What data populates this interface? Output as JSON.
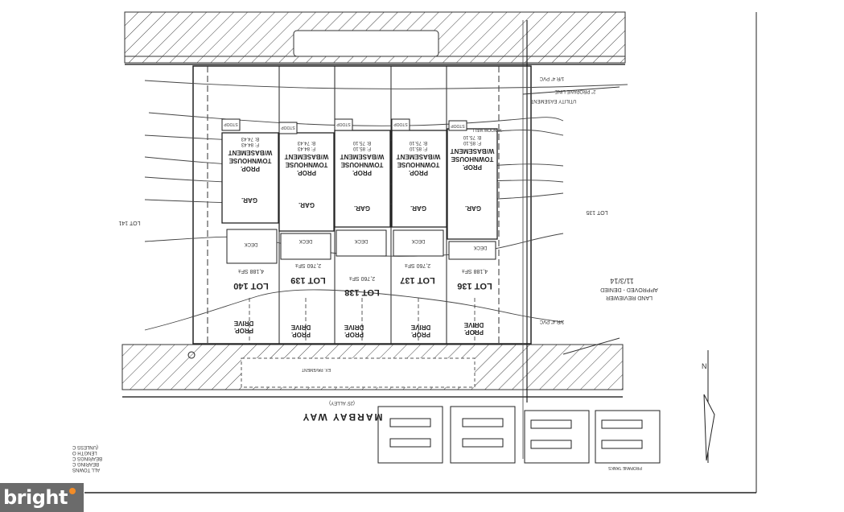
{
  "street": {
    "name": "MARBAY WAY",
    "sub": "(25' ALLEY)"
  },
  "lots": [
    {
      "lot": "LOT 140",
      "area": "4,188 SF±"
    },
    {
      "lot": "LOT 139",
      "area": "2,760 SF±"
    },
    {
      "lot": "LOT 138",
      "area": "2,760 SF±"
    },
    {
      "lot": "LOT 137",
      "area": "2,760 SF±"
    },
    {
      "lot": "LOT 136",
      "area": "4,188 SF±"
    }
  ],
  "buildings": [
    {
      "l1": "PROP.",
      "l2": "TOWNHOUSE",
      "l3": "W/BASEMENT",
      "ff": "F: 84.43",
      "b": "B: 74.43"
    },
    {
      "l1": "PROP.",
      "l2": "TOWNHOUSE",
      "l3": "W/BASEMENT",
      "ff": "F: 84.43",
      "b": "B: 74.43"
    },
    {
      "l1": "PROP.",
      "l2": "TOWNHOUSE",
      "l3": "W/BASEMENT",
      "ff": "F: 85.10",
      "b": "B: 75.10"
    },
    {
      "l1": "PROP.",
      "l2": "TOWNHOUSE",
      "l3": "W/BASEMENT",
      "ff": "F: 85.10",
      "b": "B: 75.10"
    },
    {
      "l1": "PROP.",
      "l2": "TOWNHOUSE",
      "l3": "W/BASEMENT",
      "ff": "F: 85.10",
      "b": "B: 75.10"
    }
  ],
  "garage_label": "GAR.",
  "deck_label": "DECK",
  "stoop_label": "STOOP",
  "drive": {
    "l1": "PROP.",
    "l2": "DRIVE"
  },
  "side_lots": {
    "left": "LOT 141",
    "right": "LOT 135"
  },
  "notes": {
    "propane_line": "2\" PROPANE LINE",
    "utility_easement": "UTILITY EASEMENT",
    "ipf_top": "1/R 4\" PVC",
    "ipf_bottom": "3/R 4\" PVC",
    "reviewer": "LAND REVIEWER",
    "approved": "APPROVED - DENIED",
    "date": "11/3/14",
    "propane_tanks": "PROPANE TANKS",
    "all_towns": "ALL TOWNS",
    "bearing": "BEARING C",
    "bearings": "BEARINGS C",
    "length": "LENGTH O",
    "unless": "(UNLESS C",
    "window_well": "WINDOW WELL",
    "north": "N",
    "ex_pavement": "EX. PAVEMENT"
  },
  "logo": {
    "text": "bright"
  }
}
